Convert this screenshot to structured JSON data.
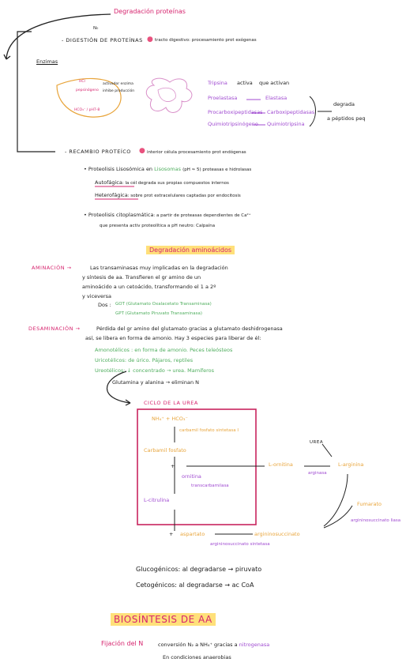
{
  "title": "Degradación proteínas",
  "n_label": "N₀",
  "digestion": {
    "heading": "DIGESTIÓN DE PROTEÍNAS",
    "desc": "tracto digestivo: procesamiento prot exógenas",
    "enzymes_label": "Enzimas",
    "stomach_notes": [
      "HCl",
      "pepsinógeno",
      "activador enzima",
      "inhibe producción",
      "HCO₃⁻ / pH7-8"
    ],
    "enzymes": [
      {
        "name": "Tripsina",
        "arrow": "activa",
        "target": "que activan"
      },
      {
        "name": "Proelastasa",
        "arrow": "",
        "target": "Elastasa"
      },
      {
        "name": "Procarboxipeptidasas",
        "arrow": "",
        "target": "Carboxipeptidasas"
      },
      {
        "name": "Quimiotripsinógeno",
        "arrow": "",
        "target": "Quimiotripsina"
      }
    ],
    "result": [
      "degrada",
      "a péptidos peq"
    ]
  },
  "recambio": {
    "heading": "RECAMBIO PROTEÍCO",
    "desc": "interior célula procesamiento prot endógenas",
    "lysosomal_label": "Proteolisis Lisosómica",
    "lysosomal_desc": "en",
    "lysosomal_word": "Lisosomas",
    "lysosomal_rest": "(pH ≈ 5) proteasas e hidrolasas",
    "auto_label": "Autofágica",
    "auto_desc": ": la cél degrada sus propias compuestos internos",
    "hetero_label": "Heterofágica",
    "hetero_desc": ": sobre prot extracelulares captadas por endocitosis",
    "cyto_label": "Proteolisis citoplasmática",
    "cyto_desc1": ": a partir de proteasas dependientes de Ca²⁺",
    "cyto_desc2": "que presenta activ proteolítica a pH neutro: Calpaína"
  },
  "aa_section": {
    "heading": "Degradación aminoácidos",
    "aminacion_label": "AMINACIÓN →",
    "aminacion_lines": [
      "Las transaminasas muy implicadas en la degradación",
      "y síntesis de aa. Transfieren el gr amino de un",
      "aminoácido a un cetoácido, transformando el 1 a 2º",
      "y viceversa"
    ],
    "dos_label": "Dos :",
    "got": "GOT (Glutamato Oxalacetato Transaminasa)",
    "gpt": "GPT (Glutamato Piruvato Transaminasa)",
    "desaminacion_label": "DESAMINACIÓN →",
    "desaminacion_lines": [
      "Pérdida del gr amino del glutamato gracias a glutamato deshidrogenasa",
      "así, se libera en forma de amonio. Hay 3 especies para liberar de él:"
    ],
    "species": [
      "Amonotélicos : en forma de amonio. Peces teleósteos",
      "Uricotélicos: de úrico. Pájaros, reptiles",
      "Ureotélicos: ↓ concentrado → urea. Mamíferos"
    ],
    "glut_line": "Glutamina y alanina → eliminan N"
  },
  "urea_cycle": {
    "heading": "CICLO DE LA UREA",
    "nh4": "NH₄⁺ + HCO₃⁻",
    "enzyme1": "carbamil fosfato sintetasa I",
    "carbamil": "Carbamil fosfato",
    "ornitina": "ornitina",
    "enzyme2": "transcarbamilasa",
    "citrulina": "L-citrulina",
    "l_ornitina": "L-ornitina",
    "arginasa": "arginasa",
    "l_arginina": "L-arginina",
    "urea": "UREA",
    "aspartato": "aspartato",
    "argsucc": "argininosuccinato",
    "enzyme3": "argininosuccinato sintetasa",
    "fumarato": "Fumarato",
    "enzyme4": "argininosuccinato liasa"
  },
  "gluco": {
    "line1": "Glucogénicos: al degradarse → piruvato",
    "line2": "Cetogénicos: al degradarse → ac CoA"
  },
  "biosintesis": {
    "heading": "BIOSÍNTESIS DE AA",
    "fij_label": "Fijación del N",
    "fij_desc": "conversión N₂ a NH₄⁺ gracias a",
    "fij_enzyme": "nitrogenasa",
    "fij_cond": "En condiciones anaerobias"
  }
}
